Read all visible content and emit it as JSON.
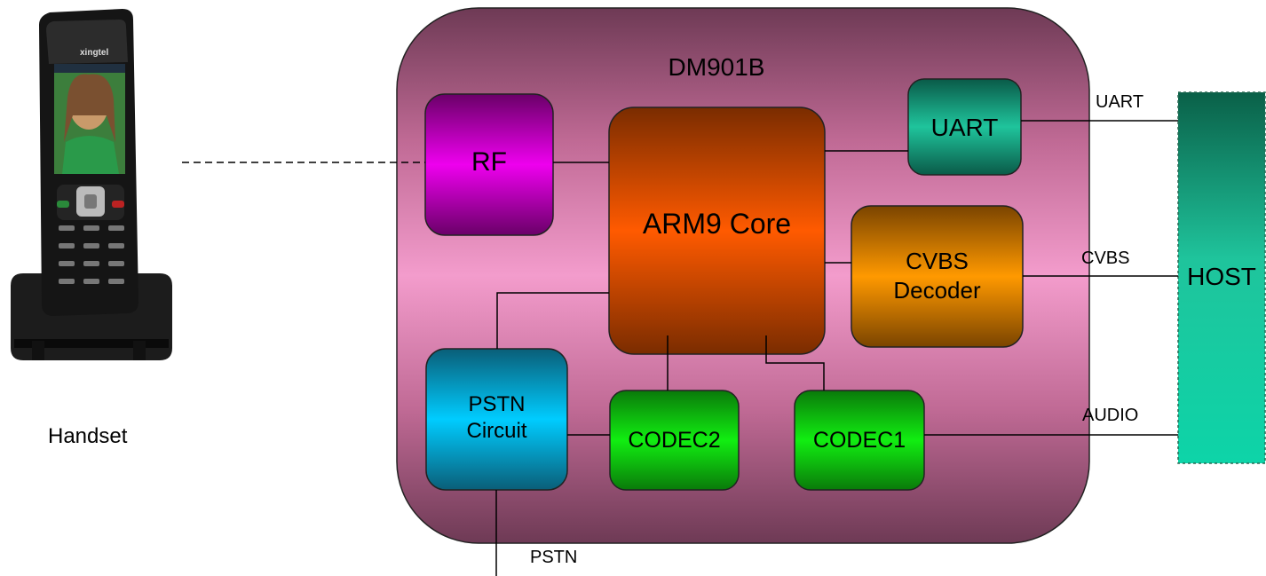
{
  "chip": {
    "title": "DM901B"
  },
  "blocks": {
    "rf": {
      "label": "RF"
    },
    "arm": {
      "label": "ARM9 Core"
    },
    "uart": {
      "label": "UART"
    },
    "cvbs": {
      "line1": "CVBS",
      "line2": "Decoder"
    },
    "pstn": {
      "line1": "PSTN",
      "line2": "Circuit"
    },
    "codec2": {
      "label": "CODEC2"
    },
    "codec1": {
      "label": "CODEC1"
    }
  },
  "host": {
    "label": "HOST"
  },
  "signals": {
    "uart": "UART",
    "cvbs": "CVBS",
    "audio": "AUDIO",
    "pstn": "PSTN"
  },
  "handset": {
    "caption": "Handset",
    "brand": "xingtel"
  }
}
